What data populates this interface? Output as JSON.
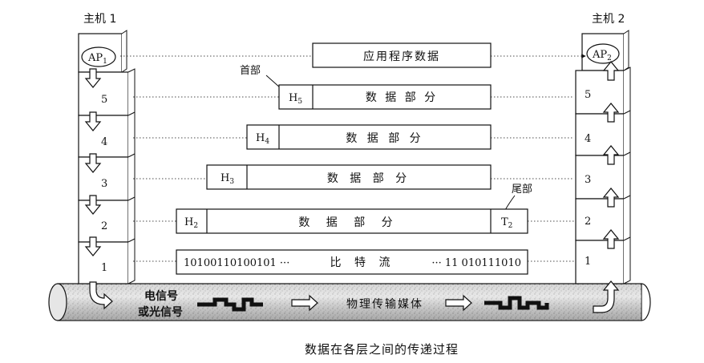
{
  "host1": {
    "label": "主机 1",
    "ap": "AP",
    "ap_sub": "1",
    "layers": [
      "5",
      "4",
      "3",
      "2",
      "1"
    ]
  },
  "host2": {
    "label": "主机 2",
    "ap": "AP",
    "ap_sub": "2",
    "layers": [
      "5",
      "4",
      "3",
      "2",
      "1"
    ]
  },
  "app_data": "应用程序数据",
  "header_label": "首部",
  "trailer_label": "尾部",
  "data_part": "数 据 部 分",
  "h5": {
    "main": "H",
    "sub": "5"
  },
  "h4": {
    "main": "H",
    "sub": "4"
  },
  "h3": {
    "main": "H",
    "sub": "3"
  },
  "h2": {
    "main": "H",
    "sub": "2"
  },
  "t2": {
    "main": "T",
    "sub": "2"
  },
  "bits_left": "10100110100101 ···",
  "bit_stream": "比 特 流",
  "bits_right": "··· 11 010111010",
  "signal_label_1": "电信号",
  "signal_label_2": "或光信号",
  "medium": "物理传输媒体",
  "caption": "数据在各层之间的传递过程",
  "colors": {
    "ink": "#111111",
    "tube": "#d4d4d4",
    "paper": "#ffffff"
  }
}
